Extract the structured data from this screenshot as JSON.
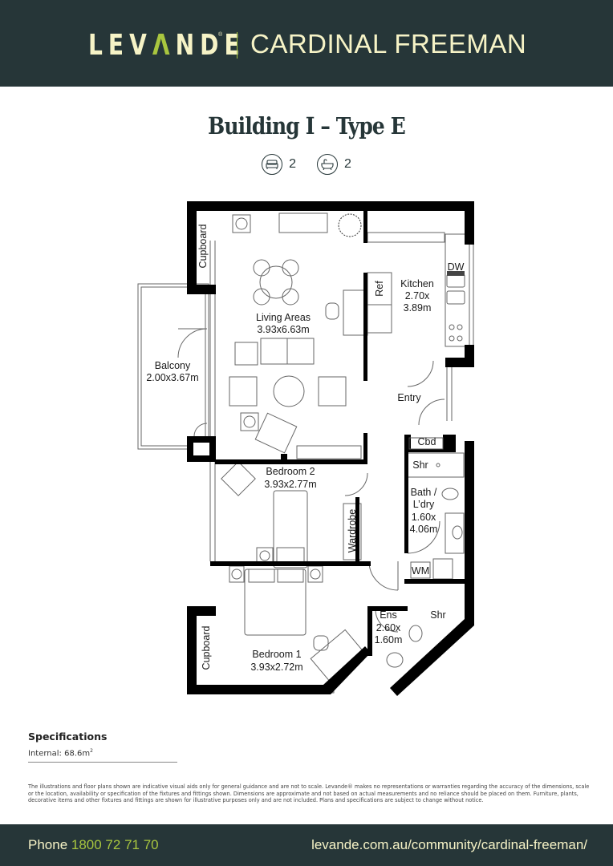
{
  "header": {
    "brand_prefix": "LEV",
    "brand_v": "Λ",
    "brand_suffix": "NDE",
    "brand_registered": "®",
    "community": "CARDINAL FREEMAN",
    "colors": {
      "background": "#263638",
      "text": "#f6f3c6",
      "accent": "#a9c63f"
    }
  },
  "plan": {
    "title": "Building I – Type E",
    "bedrooms": {
      "icon": "bed-icon",
      "count": "2"
    },
    "bathrooms": {
      "icon": "bathtub-icon",
      "count": "2"
    },
    "rooms": {
      "living": {
        "name": "Living Areas",
        "size": "3.93x6.63m"
      },
      "kitchen": {
        "name": "Kitchen",
        "size_line1": "2.70x",
        "size_line2": "3.89m"
      },
      "balcony": {
        "name": "Balcony",
        "size": "2.00x3.67m"
      },
      "entry": {
        "name": "Entry"
      },
      "bedroom2": {
        "name": "Bedroom 2",
        "size": "3.93x2.77m"
      },
      "bath": {
        "name_line1": "Bath /",
        "name_line2": "L’dry",
        "size_line1": "1.60x",
        "size_line2": "4.06m"
      },
      "bedroom1": {
        "name": "Bedroom 1",
        "size": "3.93x2.72m"
      },
      "ensuite": {
        "name": "Ens",
        "size_line1": "2.60x",
        "size_line2": "1.60m"
      }
    },
    "fixtures": {
      "cupboard_top": "Cupboard",
      "cupboard_bottom": "Cupboard",
      "ref": "Ref",
      "dw": "DW",
      "cbd": "Cbd",
      "shr_bath": "Shr",
      "shr_ens": "Shr",
      "wardrobe": "Wardrobe",
      "wm": "WM"
    }
  },
  "specifications": {
    "title": "Specifications",
    "internal_label": "Internal: 68.6m",
    "internal_sup": "2"
  },
  "disclaimer": "The illustrations and floor plans shown are indicative visual aids only for general guidance and are not to scale. Levande® makes no representations or warranties regarding the accuracy of the dimensions, scale or the location, availability or specification of the fixtures and fittings shown. Dimensions are approximate and not based on actual measurements and no reliance should be placed on them. Furniture, plants, decorative items and other fixtures and fittings are shown for illustrative purposes only and are not included. Plans and specifications are subject to change without notice.",
  "footer": {
    "phone_label": "Phone ",
    "phone_number": "1800 72 71 70",
    "url": "levande.com.au/community/cardinal-freeman/"
  }
}
